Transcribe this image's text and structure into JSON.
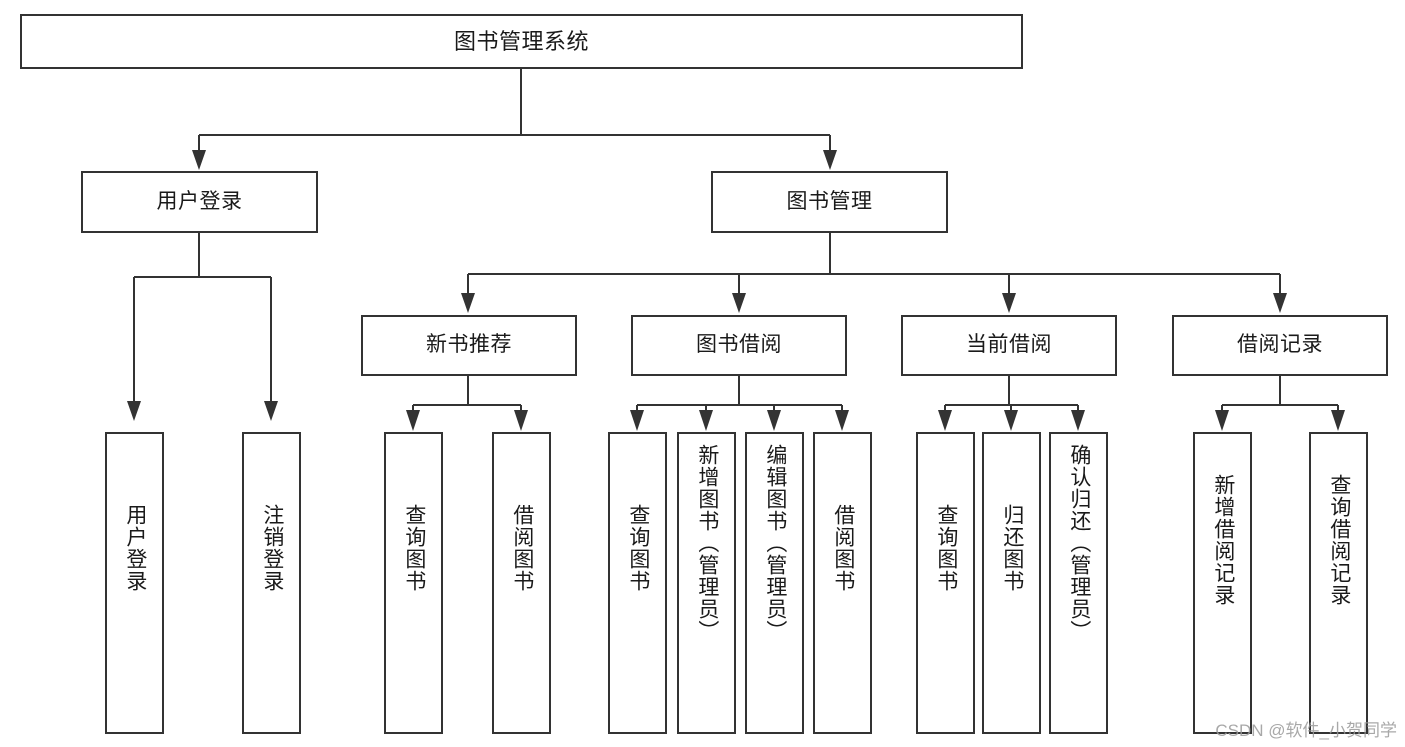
{
  "diagram": {
    "title": "图书管理系统",
    "root": {
      "label": "图书管理系统"
    },
    "level1": [
      {
        "label": "用户登录"
      },
      {
        "label": "图书管理"
      }
    ],
    "level2": [
      {
        "label": "新书推荐"
      },
      {
        "label": "图书借阅"
      },
      {
        "label": "当前借阅"
      },
      {
        "label": "借阅记录"
      }
    ],
    "leaves": {
      "user_login": [
        {
          "label": "用户登录"
        },
        {
          "label": "注销登录"
        }
      ],
      "new_book_recommend": [
        {
          "label": "查询图书"
        },
        {
          "label": "借阅图书"
        }
      ],
      "book_borrow": [
        {
          "label": "查询图书"
        },
        {
          "label": "新增图书（管理员）"
        },
        {
          "label": "编辑图书（管理员）"
        },
        {
          "label": "借阅图书"
        }
      ],
      "current_borrow": [
        {
          "label": "查询图书"
        },
        {
          "label": "归还图书"
        },
        {
          "label": "确认归还（管理员）"
        }
      ],
      "borrow_record": [
        {
          "label": "新增借阅记录"
        },
        {
          "label": "查询借阅记录"
        }
      ]
    },
    "watermark": "CSDN @软件_小贺同学",
    "colors": {
      "stroke": "#333333",
      "fill": "#ffffff",
      "text": "#1a1a1a",
      "watermark": "#9a9a9a"
    }
  }
}
